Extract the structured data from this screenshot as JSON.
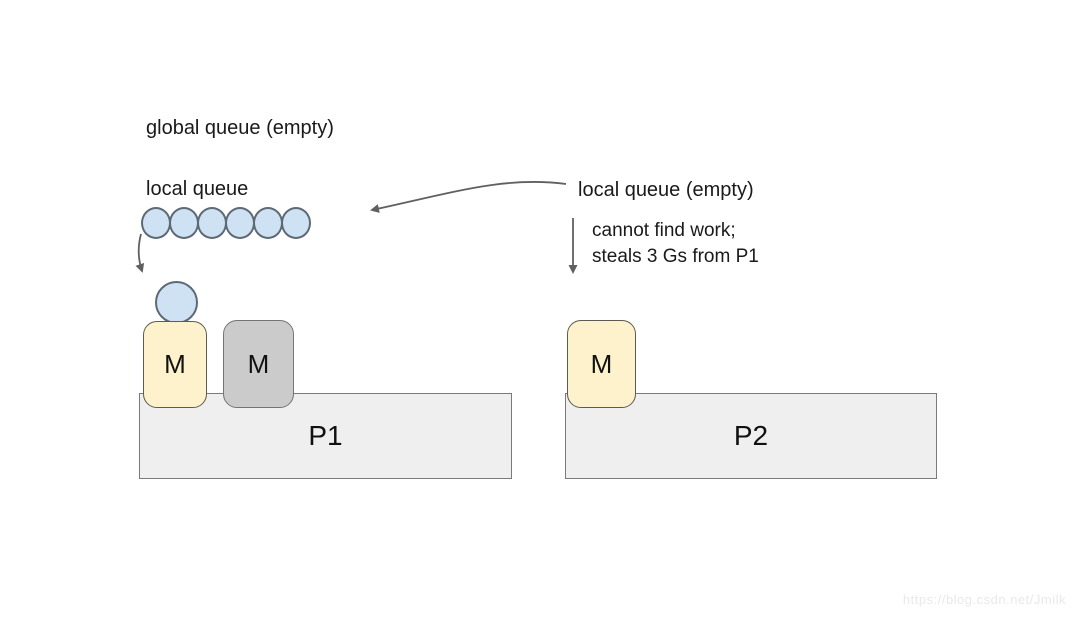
{
  "diagram": {
    "global_queue_label": "global queue (empty)",
    "p1": {
      "label": "P1",
      "local_queue_label": "local queue",
      "local_queue_goroutine_count": 6,
      "machines": [
        {
          "label": "M",
          "state": "running-goroutine"
        },
        {
          "label": "M",
          "state": "idle"
        }
      ]
    },
    "p2": {
      "label": "P2",
      "local_queue_label": "local queue (empty)",
      "local_queue_goroutine_count": 0,
      "machines": [
        {
          "label": "M",
          "state": "stealing"
        }
      ]
    },
    "steal_note": {
      "line1": "cannot find work;",
      "line2": "steals 3 Gs from P1"
    }
  },
  "watermark": "https://blog.csdn.net/Jmilk",
  "colors": {
    "goroutine_fill": "#cfe2f3",
    "goroutine_stroke": "#5d6a75",
    "machine_active_fill": "#fdf2cc",
    "machine_active_stroke": "#5c5b4f",
    "machine_idle_fill": "#cbcbcb",
    "processor_fill": "#efefef",
    "processor_stroke": "#7a7a7a",
    "arrow": "#606060",
    "text": "#1a1a1a",
    "watermark": "#e9e9ec"
  }
}
